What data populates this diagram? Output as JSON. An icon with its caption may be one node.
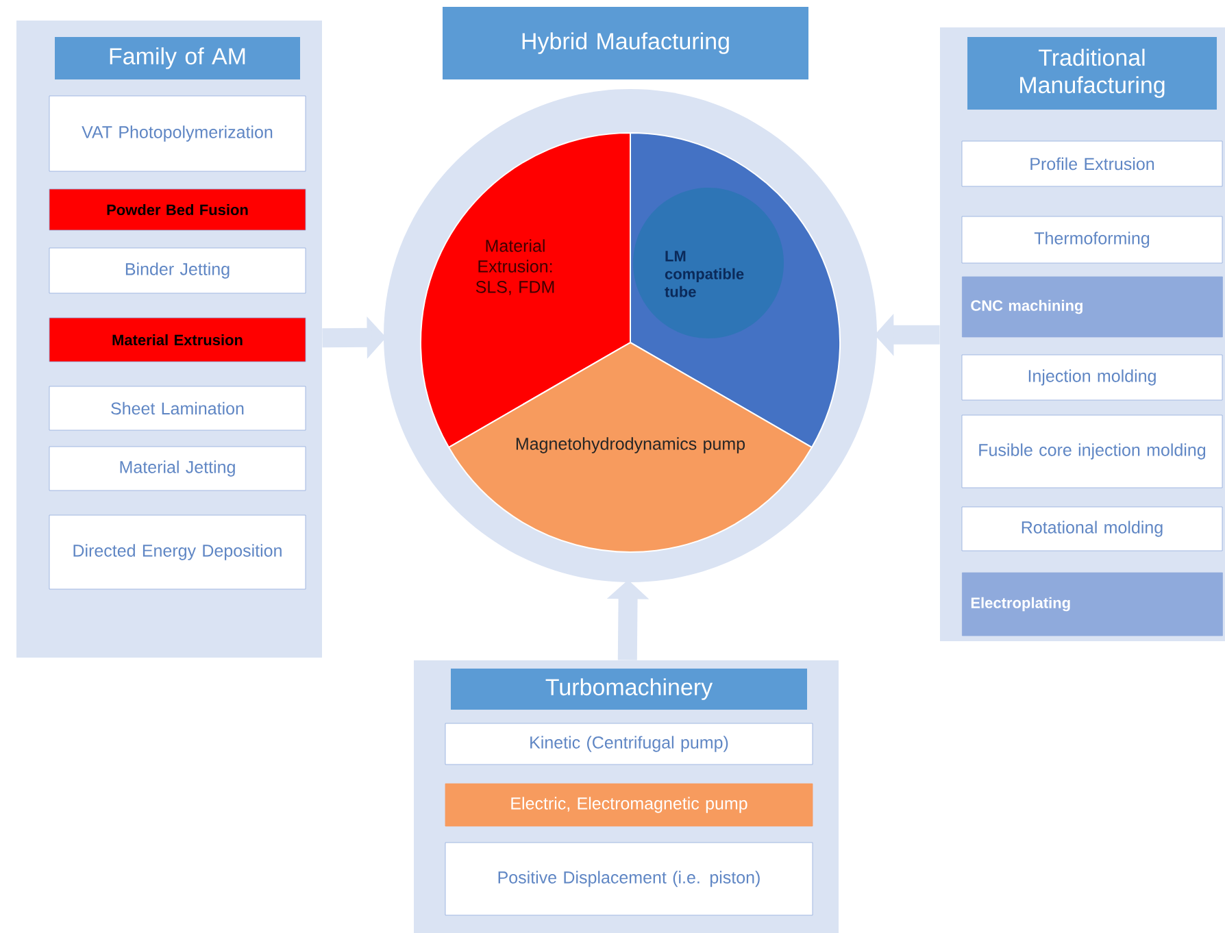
{
  "diagram": {
    "nodes": [
      {
        "text": [
          "Family of AM"
        ]
      },
      {
        "text": [
          "VAT Photopolymerization"
        ],
        "in": 0
      },
      {
        "text": [
          "Powder Bed Fusion"
        ],
        "in": 0
      },
      {
        "text": [
          "Binder Jetting"
        ],
        "in": 0
      },
      {
        "text": [
          "Material Extrusion"
        ],
        "in": 0
      },
      {
        "text": [
          "Sheet Lamination"
        ],
        "in": 0
      },
      {
        "text": [
          "Material Jetting"
        ],
        "in": 0
      },
      {
        "text": [
          "Directed Energy Deposition"
        ],
        "in": 0
      },
      {
        "text": [
          "Hybrid Maufacturing"
        ]
      },
      {
        "text": [],
        "shape": "circle"
      },
      {
        "text": [
          "Material Extrusion: SLS, FDM"
        ],
        "in": 9
      },
      {
        "text": [
          "LM compatible tube"
        ],
        "in": 9
      },
      {
        "text": [
          "Magnetohydrodynamics pump"
        ],
        "in": 9
      },
      {
        "text": [
          "Traditional Manufacturing"
        ]
      },
      {
        "text": [
          "Profile Extrusion"
        ],
        "in": 13
      },
      {
        "text": [
          "Thermoforming"
        ],
        "in": 13
      },
      {
        "text": [
          "CNC machining"
        ],
        "in": 13
      },
      {
        "text": [
          "Injection molding"
        ],
        "in": 13
      },
      {
        "text": [
          "Fusible core injection molding"
        ],
        "in": 13
      },
      {
        "text": [
          "Rotational molding"
        ],
        "in": 13
      },
      {
        "text": [
          "Electroplating"
        ],
        "in": 13
      },
      {
        "text": [
          "Turbomachinery"
        ]
      },
      {
        "text": [
          "Kinetic (Centrifugal pump)"
        ],
        "in": 21
      },
      {
        "text": [
          "Electric, Electromagnetic pump"
        ],
        "in": 21
      },
      {
        "text": [
          "Positive Displacement (i.e. piston)"
        ],
        "in": 21
      }
    ],
    "edges": [
      {
        "from": 0,
        "to": 9,
        "arrow": "to"
      },
      {
        "from": 13,
        "to": 9,
        "arrow": "to"
      },
      {
        "from": 21,
        "to": 9,
        "arrow": "to"
      }
    ]
  }
}
